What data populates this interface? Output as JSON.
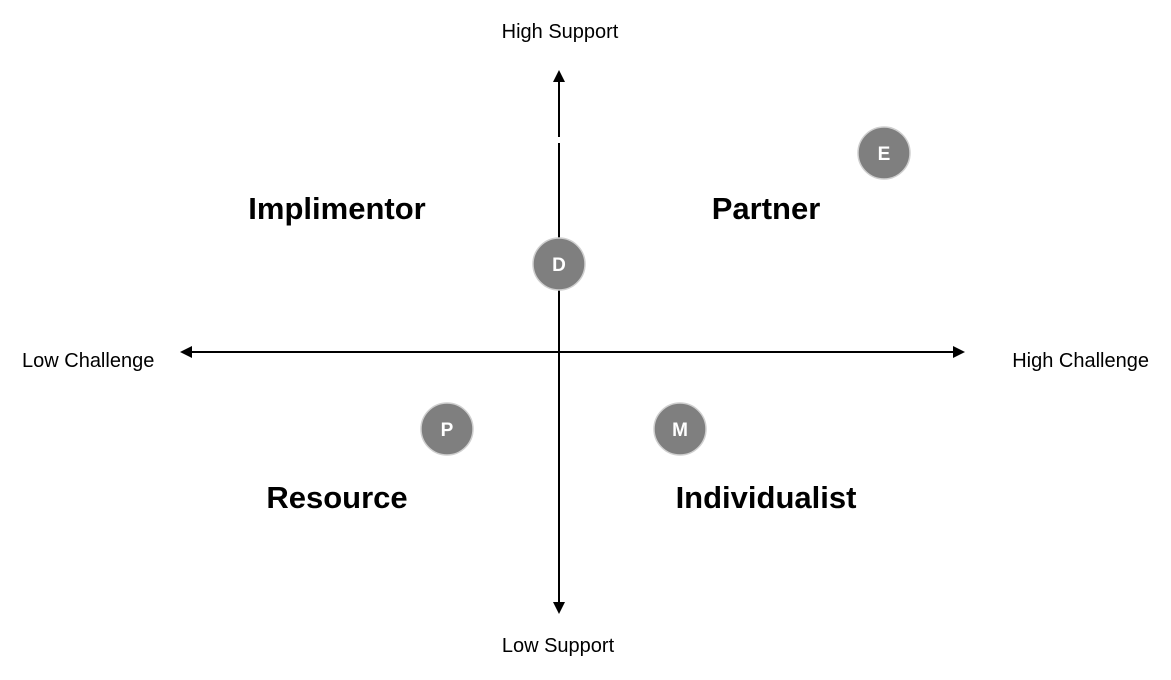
{
  "axes": {
    "top_label": "High Support",
    "bottom_label": "Low Support",
    "left_label": "Low Challenge",
    "right_label": "High Challenge"
  },
  "quadrants": {
    "top_left": "Implimentor",
    "top_right": "Partner",
    "bottom_left": "Resource",
    "bottom_right": "Individualist"
  },
  "markers": [
    {
      "letter": "E"
    },
    {
      "letter": "D"
    },
    {
      "letter": "P"
    },
    {
      "letter": "M"
    }
  ],
  "colors": {
    "axis": "#000000",
    "marker_fill": "#7f7f7f",
    "marker_text": "#ffffff"
  }
}
